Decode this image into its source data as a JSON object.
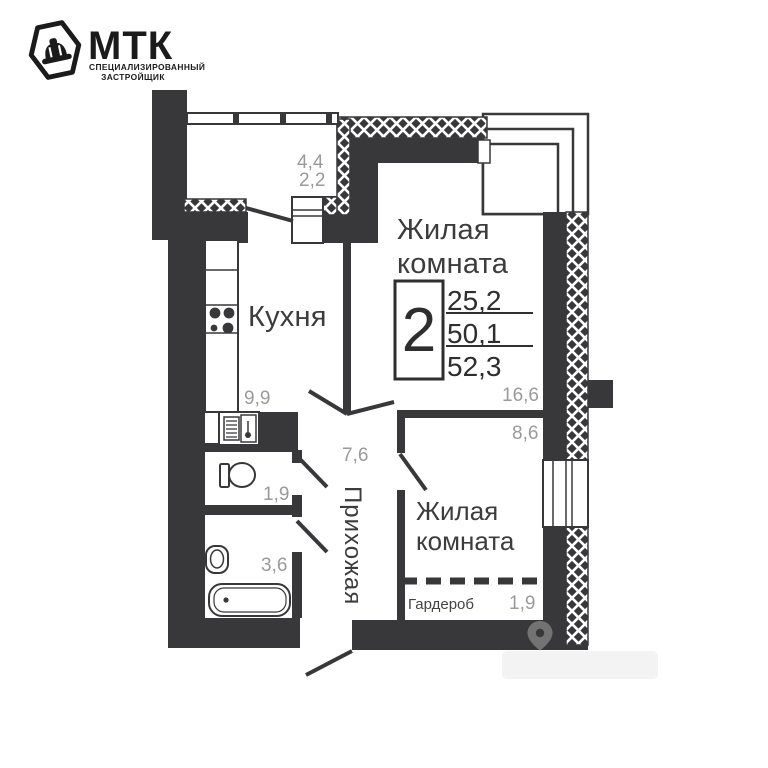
{
  "brand": {
    "name": "МТК",
    "tagline1": "СПЕЦИАЛИЗИРОВАННЫЙ",
    "tagline2": "ЗАСТРОЙЩИК",
    "icon": "hard-hat-icon"
  },
  "apartment_summary": {
    "rooms_count": "2",
    "living_area": "25,2",
    "floor_area": "50,1",
    "total_area": "52,3"
  },
  "rooms": {
    "living1": {
      "name": "Жилая комната",
      "area": "16,6"
    },
    "living2": {
      "name": "Жилая комната",
      "area": "8,6"
    },
    "kitchen": {
      "name": "Кухня",
      "area": "9,9"
    },
    "hallway": {
      "name": "Прихожая",
      "area": "7,6"
    },
    "wc": {
      "area": "1,9"
    },
    "bathroom": {
      "area": "3,6"
    },
    "wardrobe": {
      "name": "Гардероб",
      "area": "1,9"
    },
    "balcony": {
      "area_full": "4,4",
      "area_counted": "2,2"
    }
  },
  "icons": {
    "watermark": "location-pin-icon"
  },
  "colors": {
    "wall": "#38383a",
    "label_dark": "#3c3c3c",
    "label_gray": "#9a9a9a",
    "logo": "#1b1b1b",
    "background": "#ffffff"
  }
}
